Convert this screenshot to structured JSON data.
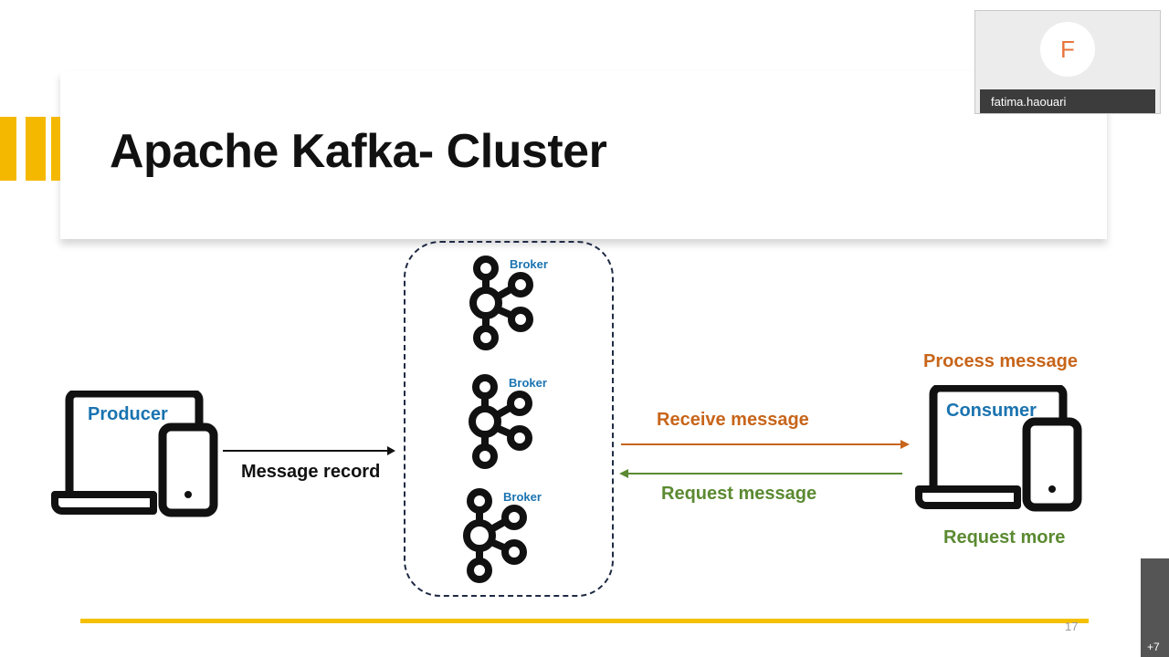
{
  "slide": {
    "title": "Apache Kafka- Cluster",
    "page_number": "17",
    "accent_color": "#f5b800"
  },
  "producer": {
    "label": "Producer",
    "icon": "laptop-phone-icon"
  },
  "message_record_label": "Message record",
  "cluster": {
    "brokers": [
      {
        "label": "Broker",
        "icon": "kafka-icon"
      },
      {
        "label": "Broker",
        "icon": "kafka-icon"
      },
      {
        "label": "Broker",
        "icon": "kafka-icon"
      }
    ]
  },
  "flow": {
    "receive_label": "Receive message",
    "request_label": "Request message",
    "receive_color": "#c7651a",
    "request_color": "#5b8a32"
  },
  "consumer": {
    "label": "Consumer",
    "icon": "laptop-phone-icon",
    "process_label": "Process message",
    "request_more_label": "Request more"
  },
  "meeting": {
    "participant_initial": "F",
    "participant_name": "fatima.haouari",
    "more_participants": "+7"
  }
}
